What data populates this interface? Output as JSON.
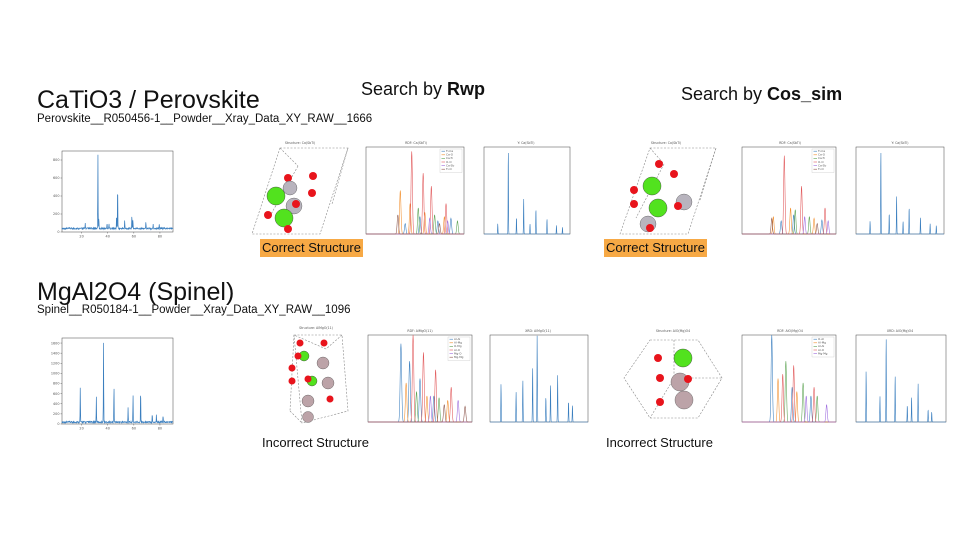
{
  "colors": {
    "accent_correct": "#f7a945",
    "xrd_line": "#3b7fbf",
    "atom_red": "#e8141c",
    "atom_green": "#52e21e",
    "atom_gray": "#b8b4be",
    "atom_mauve": "#bca3a8",
    "rdf_palette": [
      "#3b7fbf",
      "#f28e2b",
      "#59a14f",
      "#e15759",
      "#9c6ade",
      "#8c564b",
      "#e377c2"
    ]
  },
  "headers": {
    "rwp_prefix": "Search by ",
    "rwp_bold": "Rwp",
    "cos_prefix": "Search by ",
    "cos_bold": "Cos_sim"
  },
  "rows": [
    {
      "title": "CaTiO3 / Perovskite",
      "subtitle": "Perovskite__R050456-1__Powder__Xray_Data_XY_RAW__1666",
      "rwp": {
        "structure_title": "Structure: Ca(SbTi)",
        "rdf_title": "RDF: Ca(SbTi)",
        "xrd_title": "Y: Ca(SbTi)",
        "verdict": "Correct Structure"
      },
      "cos": {
        "structure_title": "Structure: Ca(SbTi)",
        "rdf_title": "RDF: Ca(SbTi)",
        "xrd_title": "Y: Ca(SbTi)",
        "verdict": "Correct Structure"
      }
    },
    {
      "title": "MgAl2O4 (Spinel)",
      "subtitle": "Spinel__R050184-1__Powder__Xray_Data_XY_RAW__1096",
      "rwp": {
        "structure_title": "Structure: AlMgO(11)",
        "rdf_title": "RDF: AlMgO(11)",
        "xrd_title": "XRD: AlMgO(11)",
        "verdict": "Incorrect Structure"
      },
      "cos": {
        "structure_title": "Structure: AlO(Mg)O4",
        "rdf_title": "RDF: AlO(Mg)O4",
        "xrd_title": "XRD: AlO(Mg)O4",
        "verdict": "Incorrect Structure"
      }
    }
  ],
  "chart_data": [
    {
      "type": "line",
      "panel": "row1-experimental-xrd",
      "xlim": [
        5,
        90
      ],
      "ylim": [
        0,
        900
      ],
      "xticks": [
        20,
        40,
        60,
        80
      ],
      "yticks": [
        0,
        200,
        400,
        600,
        800
      ],
      "peaks": [
        [
          22.8,
          60
        ],
        [
          32.5,
          840
        ],
        [
          33.2,
          130
        ],
        [
          39.5,
          70
        ],
        [
          41.0,
          60
        ],
        [
          46.8,
          160
        ],
        [
          47.6,
          520
        ],
        [
          53.0,
          90
        ],
        [
          58.5,
          160
        ],
        [
          59.3,
          100
        ],
        [
          69.2,
          80
        ],
        [
          74.8,
          50
        ],
        [
          79.5,
          55
        ]
      ],
      "baseline": 30
    },
    {
      "type": "line",
      "panel": "row2-experimental-xrd",
      "xlim": [
        5,
        90
      ],
      "ylim": [
        0,
        1700
      ],
      "xticks": [
        20,
        40,
        60,
        80
      ],
      "yticks": [
        0,
        200,
        400,
        600,
        800,
        1000,
        1200,
        1400,
        1600
      ],
      "peaks": [
        [
          19.0,
          700
        ],
        [
          31.3,
          500
        ],
        [
          36.8,
          1600
        ],
        [
          44.8,
          750
        ],
        [
          55.6,
          300
        ],
        [
          59.4,
          550
        ],
        [
          65.2,
          700
        ],
        [
          74.1,
          180
        ],
        [
          77.3,
          150
        ],
        [
          82.4,
          120
        ]
      ],
      "baseline": 20
    },
    {
      "type": "line",
      "panel": "row1-rwp-rdf",
      "legend": [
        "Ti-Ca",
        "Ca-O",
        "Ca-Ti",
        "O-O",
        "Ca-Sb",
        "Ti-O"
      ],
      "xlim": [
        0,
        6
      ],
      "ylim": [
        0,
        1
      ],
      "series": [
        {
          "name": "Ti-Ca",
          "color": "#3b7fbf",
          "peaks": [
            [
              2.4,
              0.12
            ],
            [
              3.3,
              0.2
            ],
            [
              4.4,
              0.15
            ],
            [
              5.2,
              0.18
            ]
          ]
        },
        {
          "name": "Ca-O",
          "color": "#f28e2b",
          "peaks": [
            [
              2.1,
              0.5
            ],
            [
              2.7,
              0.35
            ],
            [
              3.6,
              0.25
            ],
            [
              4.8,
              0.2
            ]
          ]
        },
        {
          "name": "Ca-Ti",
          "color": "#59a14f",
          "peaks": [
            [
              3.2,
              0.3
            ],
            [
              4.2,
              0.22
            ],
            [
              5.6,
              0.15
            ]
          ]
        },
        {
          "name": "O-O",
          "color": "#e15759",
          "peaks": [
            [
              2.8,
              0.95
            ],
            [
              3.5,
              0.7
            ],
            [
              4.0,
              0.55
            ],
            [
              4.9,
              0.35
            ]
          ]
        },
        {
          "name": "Ca-Sb",
          "color": "#9c6ade",
          "peaks": [
            [
              3.9,
              0.18
            ],
            [
              5.0,
              0.15
            ]
          ]
        },
        {
          "name": "Ti-O",
          "color": "#8c564b",
          "peaks": [
            [
              1.95,
              0.22
            ],
            [
              4.5,
              0.12
            ]
          ]
        }
      ]
    },
    {
      "type": "line",
      "panel": "row1-rwp-xrd",
      "xlim": [
        10,
        90
      ],
      "ylim": [
        0,
        1
      ],
      "peaks": [
        [
          22.8,
          0.12
        ],
        [
          32.6,
          1.0
        ],
        [
          40.2,
          0.2
        ],
        [
          46.9,
          0.42
        ],
        [
          52.8,
          0.12
        ],
        [
          58.3,
          0.3
        ],
        [
          68.6,
          0.18
        ],
        [
          77.4,
          0.1
        ],
        [
          83.0,
          0.08
        ]
      ]
    },
    {
      "type": "line",
      "panel": "row1-cos-rdf",
      "legend": [
        "Ti-Ca",
        "Ca-O",
        "Ca-Ti",
        "O-O",
        "Ca-Sb",
        "Ti-O"
      ],
      "xlim": [
        0,
        6
      ],
      "ylim": [
        0,
        1
      ],
      "series": [
        {
          "name": "Ti-Ca",
          "color": "#3b7fbf",
          "peaks": [
            [
              2.5,
              0.15
            ],
            [
              3.3,
              0.22
            ],
            [
              5.1,
              0.16
            ]
          ]
        },
        {
          "name": "Ca-O",
          "color": "#f28e2b",
          "peaks": [
            [
              2.0,
              0.2
            ],
            [
              3.1,
              0.3
            ],
            [
              4.6,
              0.18
            ]
          ]
        },
        {
          "name": "Ca-Ti",
          "color": "#59a14f",
          "peaks": [
            [
              3.4,
              0.28
            ],
            [
              4.3,
              0.2
            ]
          ]
        },
        {
          "name": "O-O",
          "color": "#e15759",
          "peaks": [
            [
              2.7,
              0.9
            ],
            [
              3.8,
              0.55
            ],
            [
              5.3,
              0.3
            ]
          ]
        },
        {
          "name": "Ca-Sb",
          "color": "#9c6ade",
          "peaks": [
            [
              4.0,
              0.2
            ],
            [
              5.5,
              0.15
            ]
          ]
        },
        {
          "name": "Ti-O",
          "color": "#8c564b",
          "peaks": [
            [
              1.9,
              0.18
            ],
            [
              4.8,
              0.12
            ]
          ]
        }
      ]
    },
    {
      "type": "line",
      "panel": "row1-cos-xrd",
      "xlim": [
        10,
        90
      ],
      "ylim": [
        0,
        1
      ],
      "peaks": [
        [
          22.8,
          0.15
        ],
        [
          32.6,
          1.0
        ],
        [
          40.2,
          0.25
        ],
        [
          46.9,
          0.45
        ],
        [
          52.8,
          0.15
        ],
        [
          58.3,
          0.32
        ],
        [
          68.6,
          0.2
        ],
        [
          77.4,
          0.12
        ],
        [
          83.0,
          0.1
        ]
      ]
    },
    {
      "type": "line",
      "panel": "row2-rwp-rdf",
      "legend": [
        "Al-Al",
        "Al-Mg",
        "O-Mg",
        "Al-O",
        "Mg-O",
        "Mg-Mg"
      ],
      "xlim": [
        0,
        6
      ],
      "ylim": [
        0,
        1
      ],
      "series": [
        {
          "name": "Al-Al",
          "color": "#3b7fbf",
          "peaks": [
            [
              1.9,
              0.9
            ],
            [
              2.4,
              0.7
            ],
            [
              3.0,
              0.5
            ],
            [
              3.8,
              0.3
            ]
          ]
        },
        {
          "name": "Al-Mg",
          "color": "#f28e2b",
          "peaks": [
            [
              2.2,
              0.45
            ],
            [
              3.4,
              0.3
            ],
            [
              4.6,
              0.25
            ]
          ]
        },
        {
          "name": "O-Mg",
          "color": "#59a14f",
          "peaks": [
            [
              2.8,
              0.35
            ],
            [
              4.1,
              0.28
            ]
          ]
        },
        {
          "name": "Al-O",
          "color": "#e15759",
          "peaks": [
            [
              2.6,
              1.0
            ],
            [
              3.2,
              0.8
            ],
            [
              3.9,
              0.6
            ],
            [
              4.8,
              0.4
            ]
          ]
        },
        {
          "name": "Mg-O",
          "color": "#9c6ade",
          "peaks": [
            [
              3.6,
              0.3
            ],
            [
              5.2,
              0.25
            ]
          ]
        },
        {
          "name": "Mg-Mg",
          "color": "#8c564b",
          "peaks": [
            [
              4.4,
              0.2
            ],
            [
              5.6,
              0.18
            ]
          ]
        }
      ]
    },
    {
      "type": "line",
      "panel": "row2-rwp-xrd",
      "xlim": [
        10,
        90
      ],
      "ylim": [
        0,
        1
      ],
      "peaks": [
        [
          19.0,
          0.45
        ],
        [
          31.3,
          0.35
        ],
        [
          36.8,
          0.5
        ],
        [
          44.8,
          0.65
        ],
        [
          48.5,
          1.0
        ],
        [
          55.6,
          0.3
        ],
        [
          59.4,
          0.45
        ],
        [
          65.2,
          0.55
        ],
        [
          74.1,
          0.25
        ],
        [
          77.3,
          0.2
        ]
      ]
    },
    {
      "type": "line",
      "panel": "row2-cos-rdf",
      "legend": [
        "O-Al",
        "Al-Mg",
        "Al-Al",
        "Al-O",
        "Mg-Mg"
      ],
      "xlim": [
        0,
        6
      ],
      "ylim": [
        0,
        1
      ],
      "series": [
        {
          "name": "O-Al",
          "color": "#3b7fbf",
          "peaks": [
            [
              1.9,
              1.0
            ],
            [
              3.2,
              0.4
            ],
            [
              4.4,
              0.3
            ]
          ]
        },
        {
          "name": "Al-Mg",
          "color": "#f28e2b",
          "peaks": [
            [
              2.3,
              0.5
            ],
            [
              3.5,
              0.35
            ]
          ]
        },
        {
          "name": "Al-Al",
          "color": "#59a14f",
          "peaks": [
            [
              2.8,
              0.7
            ],
            [
              3.9,
              0.45
            ],
            [
              4.8,
              0.3
            ]
          ]
        },
        {
          "name": "Al-O",
          "color": "#e15759",
          "peaks": [
            [
              2.6,
              0.55
            ],
            [
              3.3,
              0.65
            ],
            [
              4.6,
              0.4
            ]
          ]
        },
        {
          "name": "Mg-Mg",
          "color": "#9c6ade",
          "peaks": [
            [
              4.1,
              0.3
            ],
            [
              5.4,
              0.2
            ]
          ]
        }
      ]
    },
    {
      "type": "line",
      "panel": "row2-cos-xrd",
      "xlim": [
        10,
        90
      ],
      "ylim": [
        0,
        1
      ],
      "peaks": [
        [
          19.0,
          0.6
        ],
        [
          31.3,
          0.3
        ],
        [
          36.8,
          1.0
        ],
        [
          44.8,
          0.55
        ],
        [
          55.6,
          0.2
        ],
        [
          59.4,
          0.3
        ],
        [
          65.2,
          0.45
        ],
        [
          74.1,
          0.15
        ],
        [
          77.3,
          0.12
        ]
      ]
    }
  ]
}
